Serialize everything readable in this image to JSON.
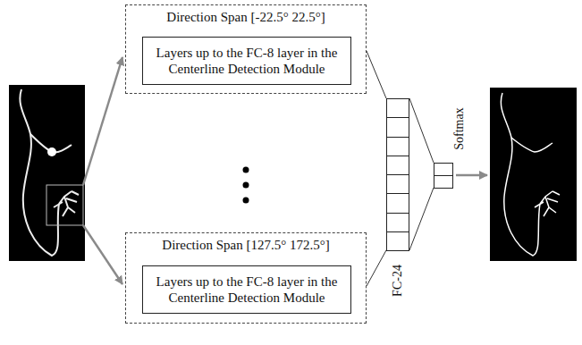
{
  "diagram": {
    "nodes": [
      {
        "text": [
          "Direction Span [-22.5° 22.5°]"
        ]
      },
      {
        "text": [
          "Layers up to the FC-8 layer in the Centerline Detection Module"
        ],
        "in": 0
      },
      {
        "text": [
          "Direction Span [127.5° 172.5°]"
        ]
      },
      {
        "text": [
          "Layers up to the FC-8 layer in the Centerline Detection Module"
        ],
        "in": 2
      },
      {
        "text": [
          "FC-24"
        ]
      },
      {
        "text": [
          "Softmax"
        ]
      }
    ],
    "edges": [
      {
        "from": 0,
        "to": 4,
        "arrow": "none"
      },
      {
        "from": 2,
        "to": 4,
        "arrow": "none"
      },
      {
        "from": 4,
        "to": 5,
        "arrow": "none"
      }
    ]
  }
}
